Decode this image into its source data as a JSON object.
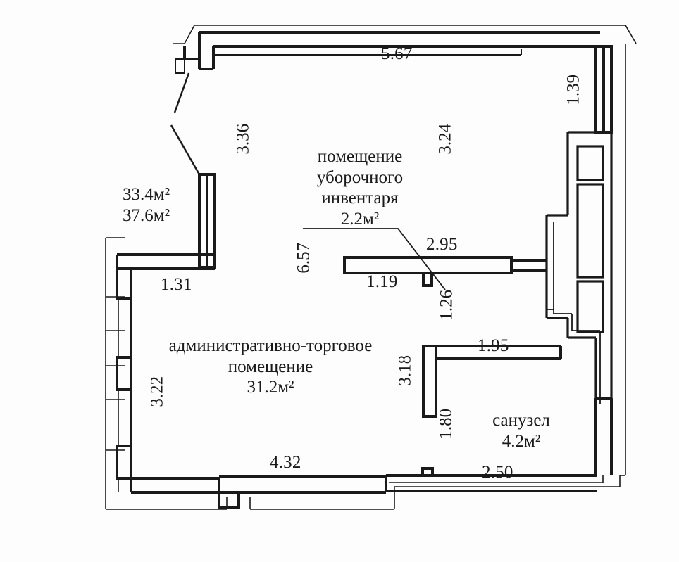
{
  "document": {
    "kind": "floor-plan",
    "title": "План помещения",
    "background_color": "#fdfdfe",
    "line_color": "#1a1a1a",
    "text_color": "#1a1a1a"
  },
  "rooms": [
    {
      "id": "cleaning-store",
      "name_lines": [
        "помещение",
        "уборочного",
        "инвентаря"
      ],
      "line1": "помещение",
      "line2": "уборочного",
      "line3": "инвентаря",
      "area": "2.2",
      "area_unit": "м",
      "area_text": "2.2м²"
    },
    {
      "id": "admin-trade",
      "name_lines": [
        "административно-торговое",
        "помещение"
      ],
      "line1": "административно-торговое",
      "line2": "помещение",
      "area": "31.2",
      "area_unit": "м",
      "area_text": "31.2м²"
    },
    {
      "id": "bathroom",
      "name_lines": [
        "санузел"
      ],
      "line1": "санузел",
      "area": "4.2",
      "area_unit": "м",
      "area_text": "4.2м²"
    }
  ],
  "totals": {
    "area_1": "33.4м²",
    "area_2": "37.6м²"
  },
  "dimensions": {
    "top_wall": "5.67",
    "right_upper": "1.39",
    "inner_upper_left": "3.36",
    "inner_upper_right": "3.24",
    "partition_left": "6.57",
    "partition_top": "2.95",
    "partition_bottom": "1.19",
    "door_jamb": "1.26",
    "left_short": "1.31",
    "left_wall": "3.22",
    "bath_top": "1.95",
    "bath_left_upper": "3.18",
    "bath_left_lower": "1.80",
    "bottom_main": "4.32",
    "bottom_right": "2.50"
  },
  "labels": [
    {
      "key": "top_wall",
      "value": "5.67",
      "orientation": "horizontal"
    },
    {
      "key": "right_upper",
      "value": "1.39",
      "orientation": "vertical"
    },
    {
      "key": "inner_upper_left",
      "value": "3.36",
      "orientation": "vertical"
    },
    {
      "key": "inner_upper_right",
      "value": "3.24",
      "orientation": "vertical"
    },
    {
      "key": "partition_left",
      "value": "6.57",
      "orientation": "vertical"
    },
    {
      "key": "partition_top",
      "value": "2.95",
      "orientation": "horizontal"
    },
    {
      "key": "partition_bottom",
      "value": "1.19",
      "orientation": "horizontal"
    },
    {
      "key": "door_jamb",
      "value": "1.26",
      "orientation": "vertical"
    },
    {
      "key": "left_short",
      "value": "1.31",
      "orientation": "horizontal"
    },
    {
      "key": "left_wall",
      "value": "3.22",
      "orientation": "vertical"
    },
    {
      "key": "bath_top",
      "value": "1.95",
      "orientation": "horizontal"
    },
    {
      "key": "bath_left_upper",
      "value": "3.18",
      "orientation": "vertical"
    },
    {
      "key": "bath_left_lower",
      "value": "1.80",
      "orientation": "vertical"
    },
    {
      "key": "bottom_main",
      "value": "4.32",
      "orientation": "horizontal"
    },
    {
      "key": "bottom_right",
      "value": "2.50",
      "orientation": "horizontal"
    }
  ]
}
